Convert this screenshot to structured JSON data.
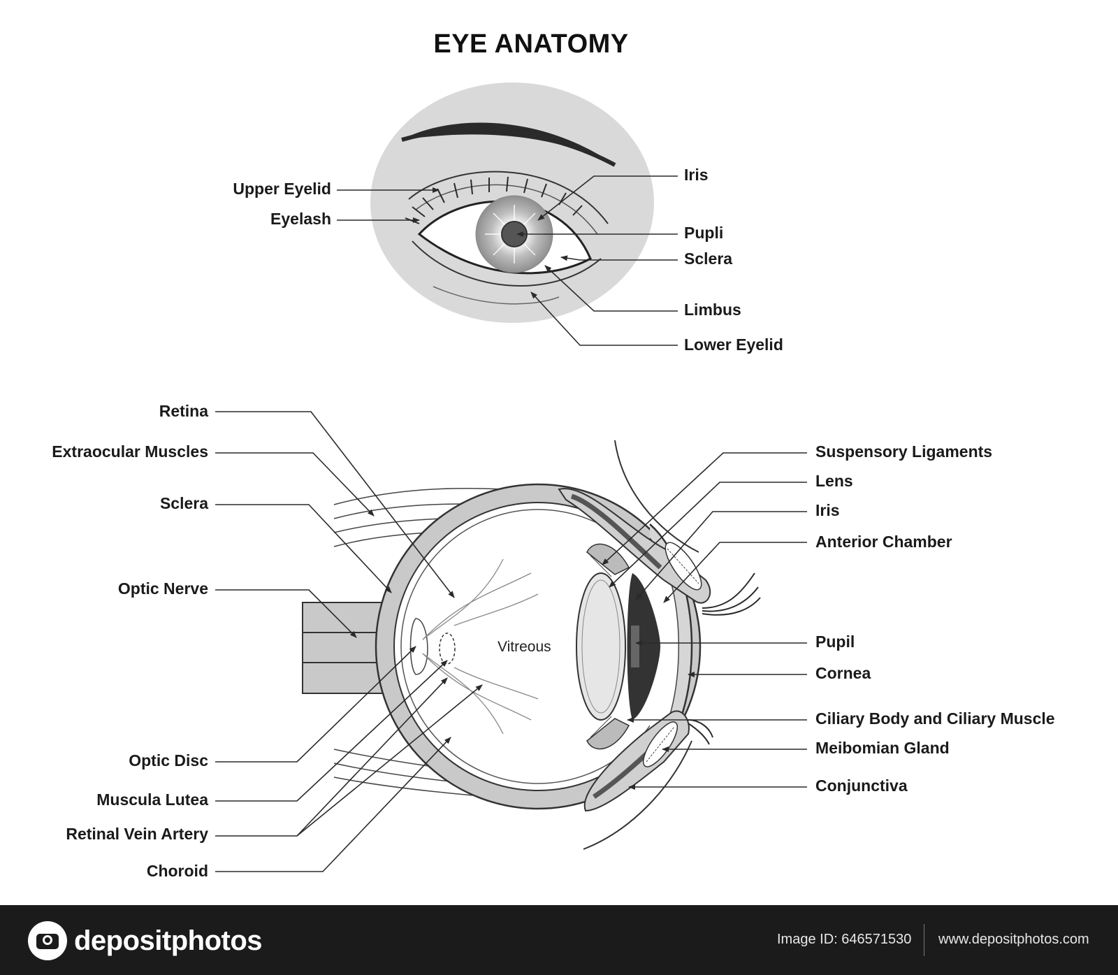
{
  "title": "EYE ANATOMY",
  "external_labels": {
    "upper_eyelid": "Upper Eyelid",
    "eyelash": "Eyelash",
    "iris": "Iris",
    "pupil": "Pupli",
    "sclera": "Sclera",
    "limbus": "Limbus",
    "lower_eyelid": "Lower Eyelid"
  },
  "cross_section_labels": {
    "left": {
      "retina": "Retina",
      "extraocular_muscles": "Extraocular Muscles",
      "sclera": "Sclera",
      "optic_nerve": "Optic Nerve",
      "optic_disc": "Optic Disc",
      "muscula_lutea": "Muscula Lutea",
      "retinal_vein_artery": "Retinal Vein Artery",
      "choroid": "Choroid"
    },
    "right": {
      "suspensory_ligaments": "Suspensory Ligaments",
      "lens": "Lens",
      "iris": "Iris",
      "anterior_chamber": "Anterior Chamber",
      "pupil": "Pupil",
      "cornea": "Cornea",
      "ciliary_body": "Ciliary Body and Ciliary Muscle",
      "meibomian_gland": "Meibomian Gland",
      "conjunctiva": "Conjunctiva"
    },
    "vitreous": "Vitreous"
  },
  "footer": {
    "brand": "depositphotos",
    "image_id": "Image ID: 646571530",
    "website": "www.depositphotos.com"
  },
  "colors": {
    "background": "#ffffff",
    "face": "#d9d9d9",
    "tissue": "#c9c9c9",
    "line": "#2a2a2a",
    "footer": "#1b1b1b"
  }
}
